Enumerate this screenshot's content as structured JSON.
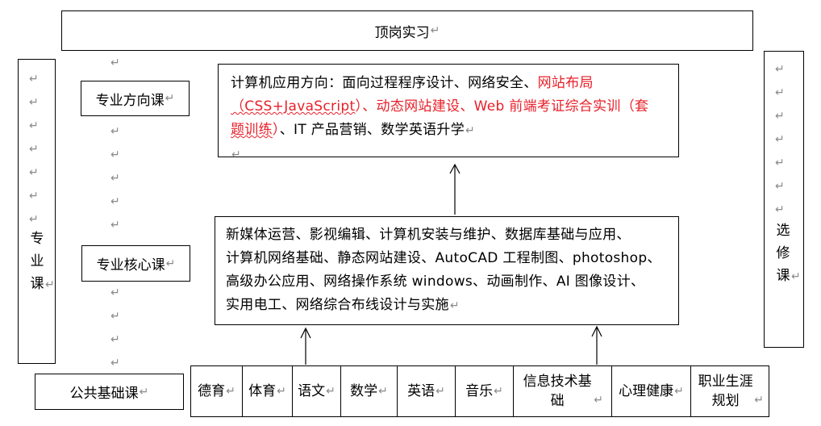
{
  "top": {
    "label": "顶岗实习"
  },
  "left_vertical": {
    "chars": [
      "专",
      "业",
      "课"
    ]
  },
  "right_vertical": {
    "chars": [
      "选",
      "修",
      "课"
    ]
  },
  "direction": {
    "label": "专业方向课",
    "text_prefix": "计算机应用方向：面向过程程序设计、网络安全、",
    "text_red1": "网站布局",
    "text_red2_underlined": "（CSS+JavaScript",
    "text_red3": "）、动态网站建设、Web 前端考证综合实训（套",
    "text_red4_underlined": "题训练",
    "text_red5": "）",
    "text_suffix": "、IT 产品营销、数学英语升学"
  },
  "core": {
    "label": "专业核心课",
    "lines": [
      "新媒体运营、影视编辑、计算机安装与维护、数据库基础与应用、",
      "计算机网络基础、静态网站建设、AutoCAD 工程制图、photoshop、",
      "高级办公应用、网络操作系统 windows、动画制作、AI 图像设计、",
      "实用电工、网络综合布线设计与实施"
    ]
  },
  "basic": {
    "label": "公共基础课",
    "subjects": [
      "德育",
      "体育",
      "语文",
      "数学",
      "英语",
      "音乐",
      "信息技术基础",
      "心理健康",
      "职业生涯规划"
    ]
  },
  "return_mark": "↵"
}
